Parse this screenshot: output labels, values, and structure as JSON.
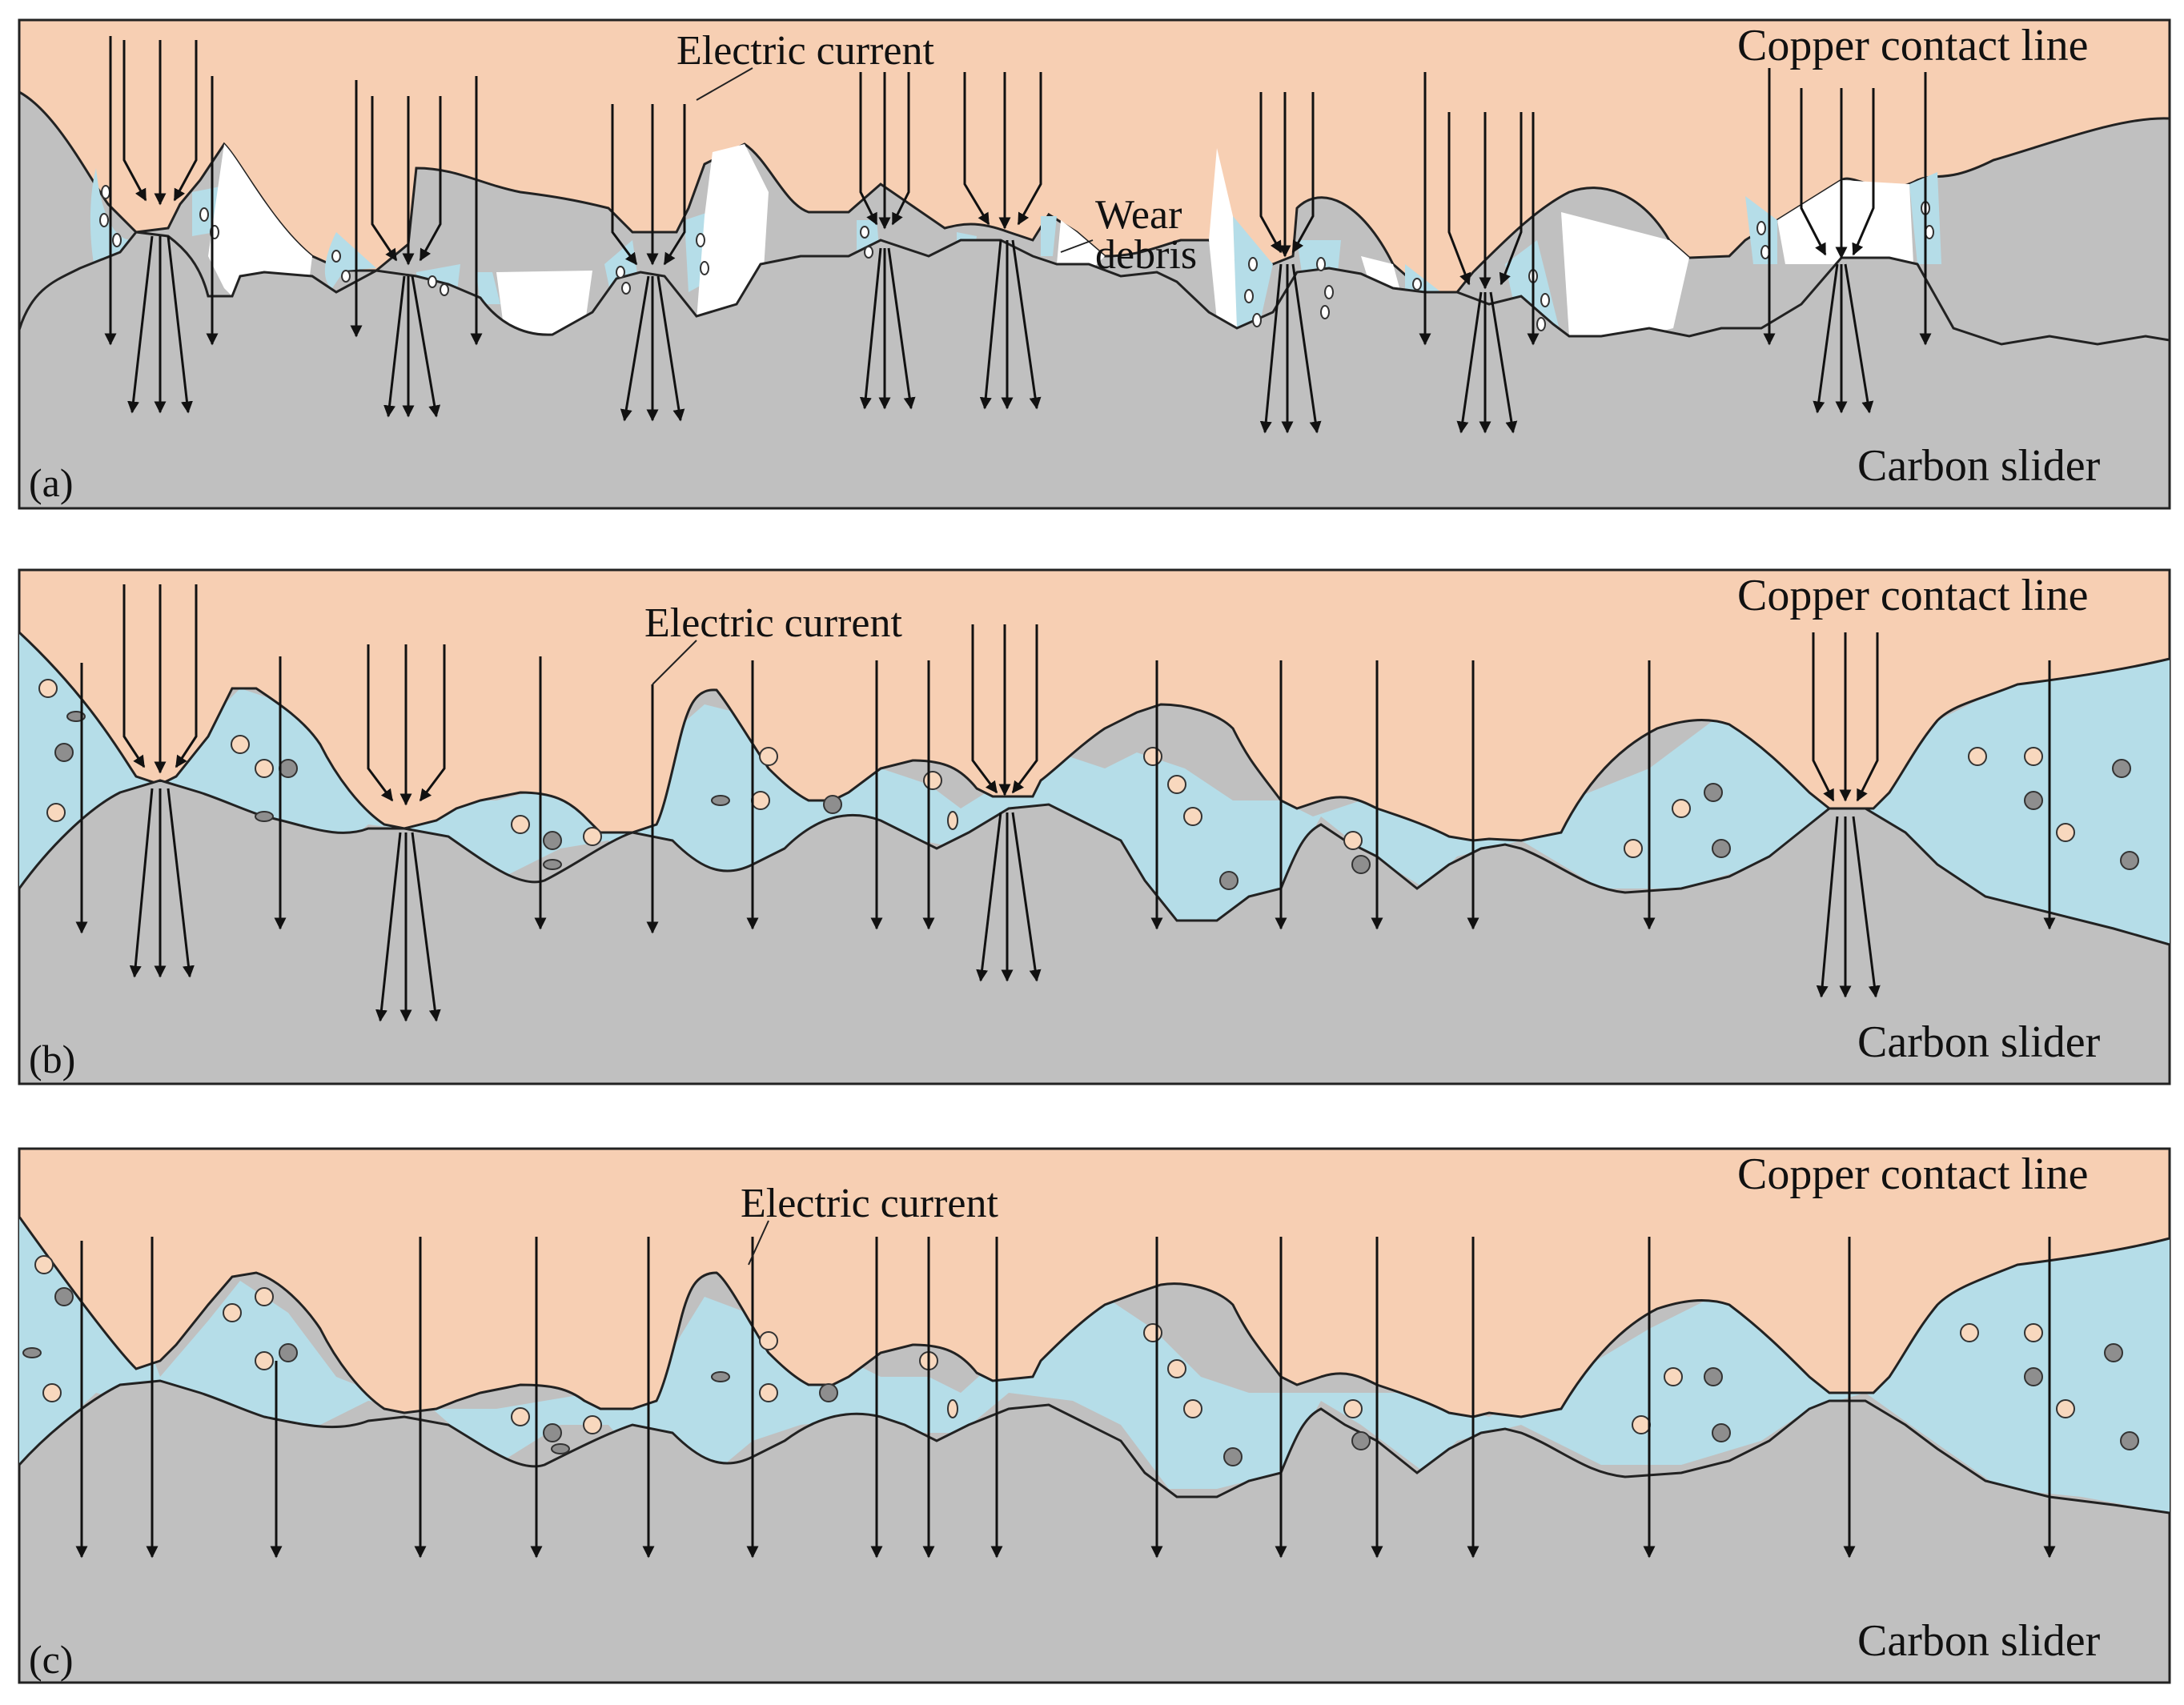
{
  "figure": {
    "colors": {
      "copper": "#F7CFB3",
      "carbon": "#C0C0C0",
      "debris": "#B5DDE8",
      "outline": "#222222",
      "arrow": "#111111",
      "particle_light": "#F8D8BE",
      "particle_dark": "#8E8E8E"
    },
    "panels": [
      {
        "id": "a",
        "panel_label": "(a)",
        "top_label": "Copper contact line",
        "bottom_label": "Carbon slider",
        "current_label": "Electric current",
        "debris_label_line1": "Wear",
        "debris_label_line2": "debris"
      },
      {
        "id": "b",
        "panel_label": "(b)",
        "top_label": "Copper contact line",
        "bottom_label": "Carbon slider",
        "current_label": "Electric current"
      },
      {
        "id": "c",
        "panel_label": "(c)",
        "top_label": "Copper contact line",
        "bottom_label": "Carbon slider",
        "current_label": "Electric current"
      }
    ]
  }
}
